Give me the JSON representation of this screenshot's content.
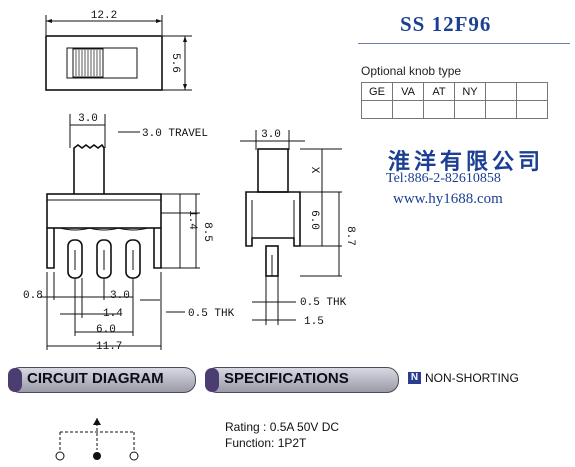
{
  "model": "SS 12F96",
  "knob": {
    "title": "Optional knob type",
    "types": [
      "GE",
      "VA",
      "AT",
      "NY",
      "",
      ""
    ]
  },
  "company": {
    "name_cn": "淮洋有限公司",
    "tel": "Tel:886-2-82610858",
    "web": "www.hy1688.com"
  },
  "dimensions": {
    "top_width": "12.2",
    "top_height": "5.6",
    "knob_width": "3.0",
    "travel": "3.0 TRAVEL",
    "side_knob": "3.0",
    "height_14": "1.4",
    "height_85": "8.5",
    "side_x": "X",
    "side_60": "6.0",
    "side_87": "8.7",
    "pin_08": "0.8",
    "pin_30": "3.0",
    "pin_14": "1.4",
    "pin_60": "6.0",
    "total_117": "11.7",
    "thk_front": "0.5 THK",
    "thk_side": "0.5 THK",
    "side_15": "1.5"
  },
  "sections": {
    "circuit": "CIRCUIT DIAGRAM",
    "specs": "SPECIFICATIONS",
    "non_shorting": "NON-SHORTING",
    "ns_letter": "N"
  },
  "specs": {
    "rating": "Rating : 0.5A 50V DC",
    "function": "Function: 1P2T"
  },
  "colors": {
    "brand_blue": "#1c3f94",
    "pill_cap": "#4b3d72"
  }
}
